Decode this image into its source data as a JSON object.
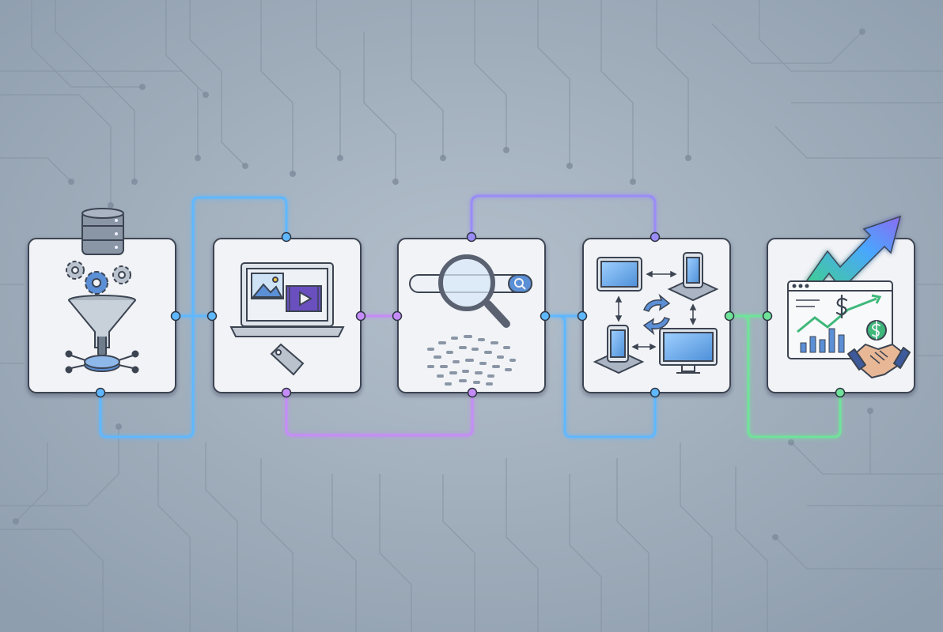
{
  "diagram": {
    "stages": [
      {
        "id": "data-ingestion",
        "icons": [
          "database-icon",
          "gears-icon",
          "funnel-icon",
          "node-hub-icon"
        ]
      },
      {
        "id": "media-tagging",
        "icons": [
          "laptop-icon",
          "image-icon",
          "video-icon",
          "tag-icon"
        ]
      },
      {
        "id": "search-indexing",
        "icons": [
          "search-bar-icon",
          "magnifier-icon",
          "data-cloud-icon"
        ]
      },
      {
        "id": "cross-device-sync",
        "icons": [
          "tablet-icon",
          "phone-icon",
          "monitor-icon",
          "sync-icon"
        ]
      },
      {
        "id": "business-growth",
        "icons": [
          "growth-arrow-icon",
          "dashboard-icon",
          "dollar-icon",
          "handshake-icon"
        ]
      }
    ],
    "connection_colors": {
      "blue": "#5fb8ff",
      "purple": "#c58cf7",
      "violet": "#9a8cf7",
      "green": "#6fe39a"
    },
    "colors": {
      "background": "#9eacba",
      "card_fill": "#f1f3f6",
      "card_stroke": "#3c4452",
      "accent_blue": "#5b8fd6"
    }
  }
}
